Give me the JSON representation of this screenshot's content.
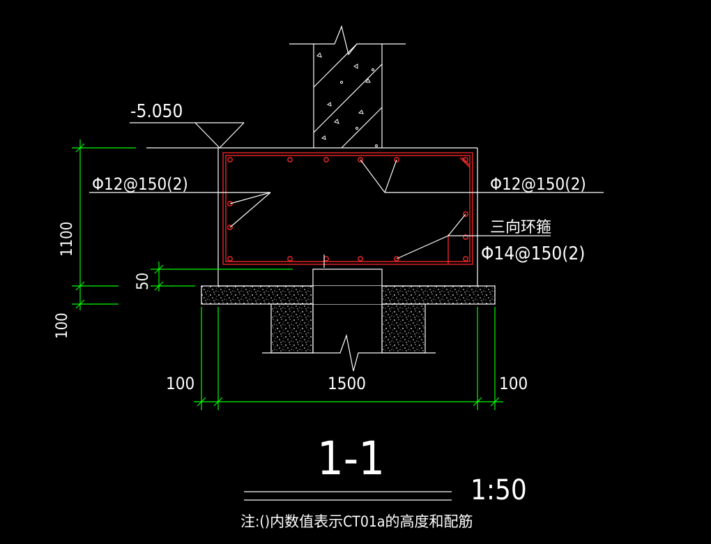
{
  "drawing": {
    "elevation_label": "-5.050",
    "rebar_left_label": "Φ12@150(2)",
    "rebar_right_label": "Φ12@150(2)",
    "stirrup_type_label": "三向环箍",
    "stirrup_label": "Φ14@150(2)",
    "dim_height_beam": "1100",
    "dim_cover": "50",
    "dim_bedding": "100",
    "dim_left_overhang": "100",
    "dim_width": "1500",
    "dim_right_overhang": "100",
    "section_title": "1-1",
    "scale": "1:50",
    "note": "注:()内数值表示CT01a的高度和配筋"
  },
  "colors": {
    "background": "#000000",
    "outline": "#ffffff",
    "rebar": "#ff2a2a",
    "dimension": "#00ff00"
  }
}
